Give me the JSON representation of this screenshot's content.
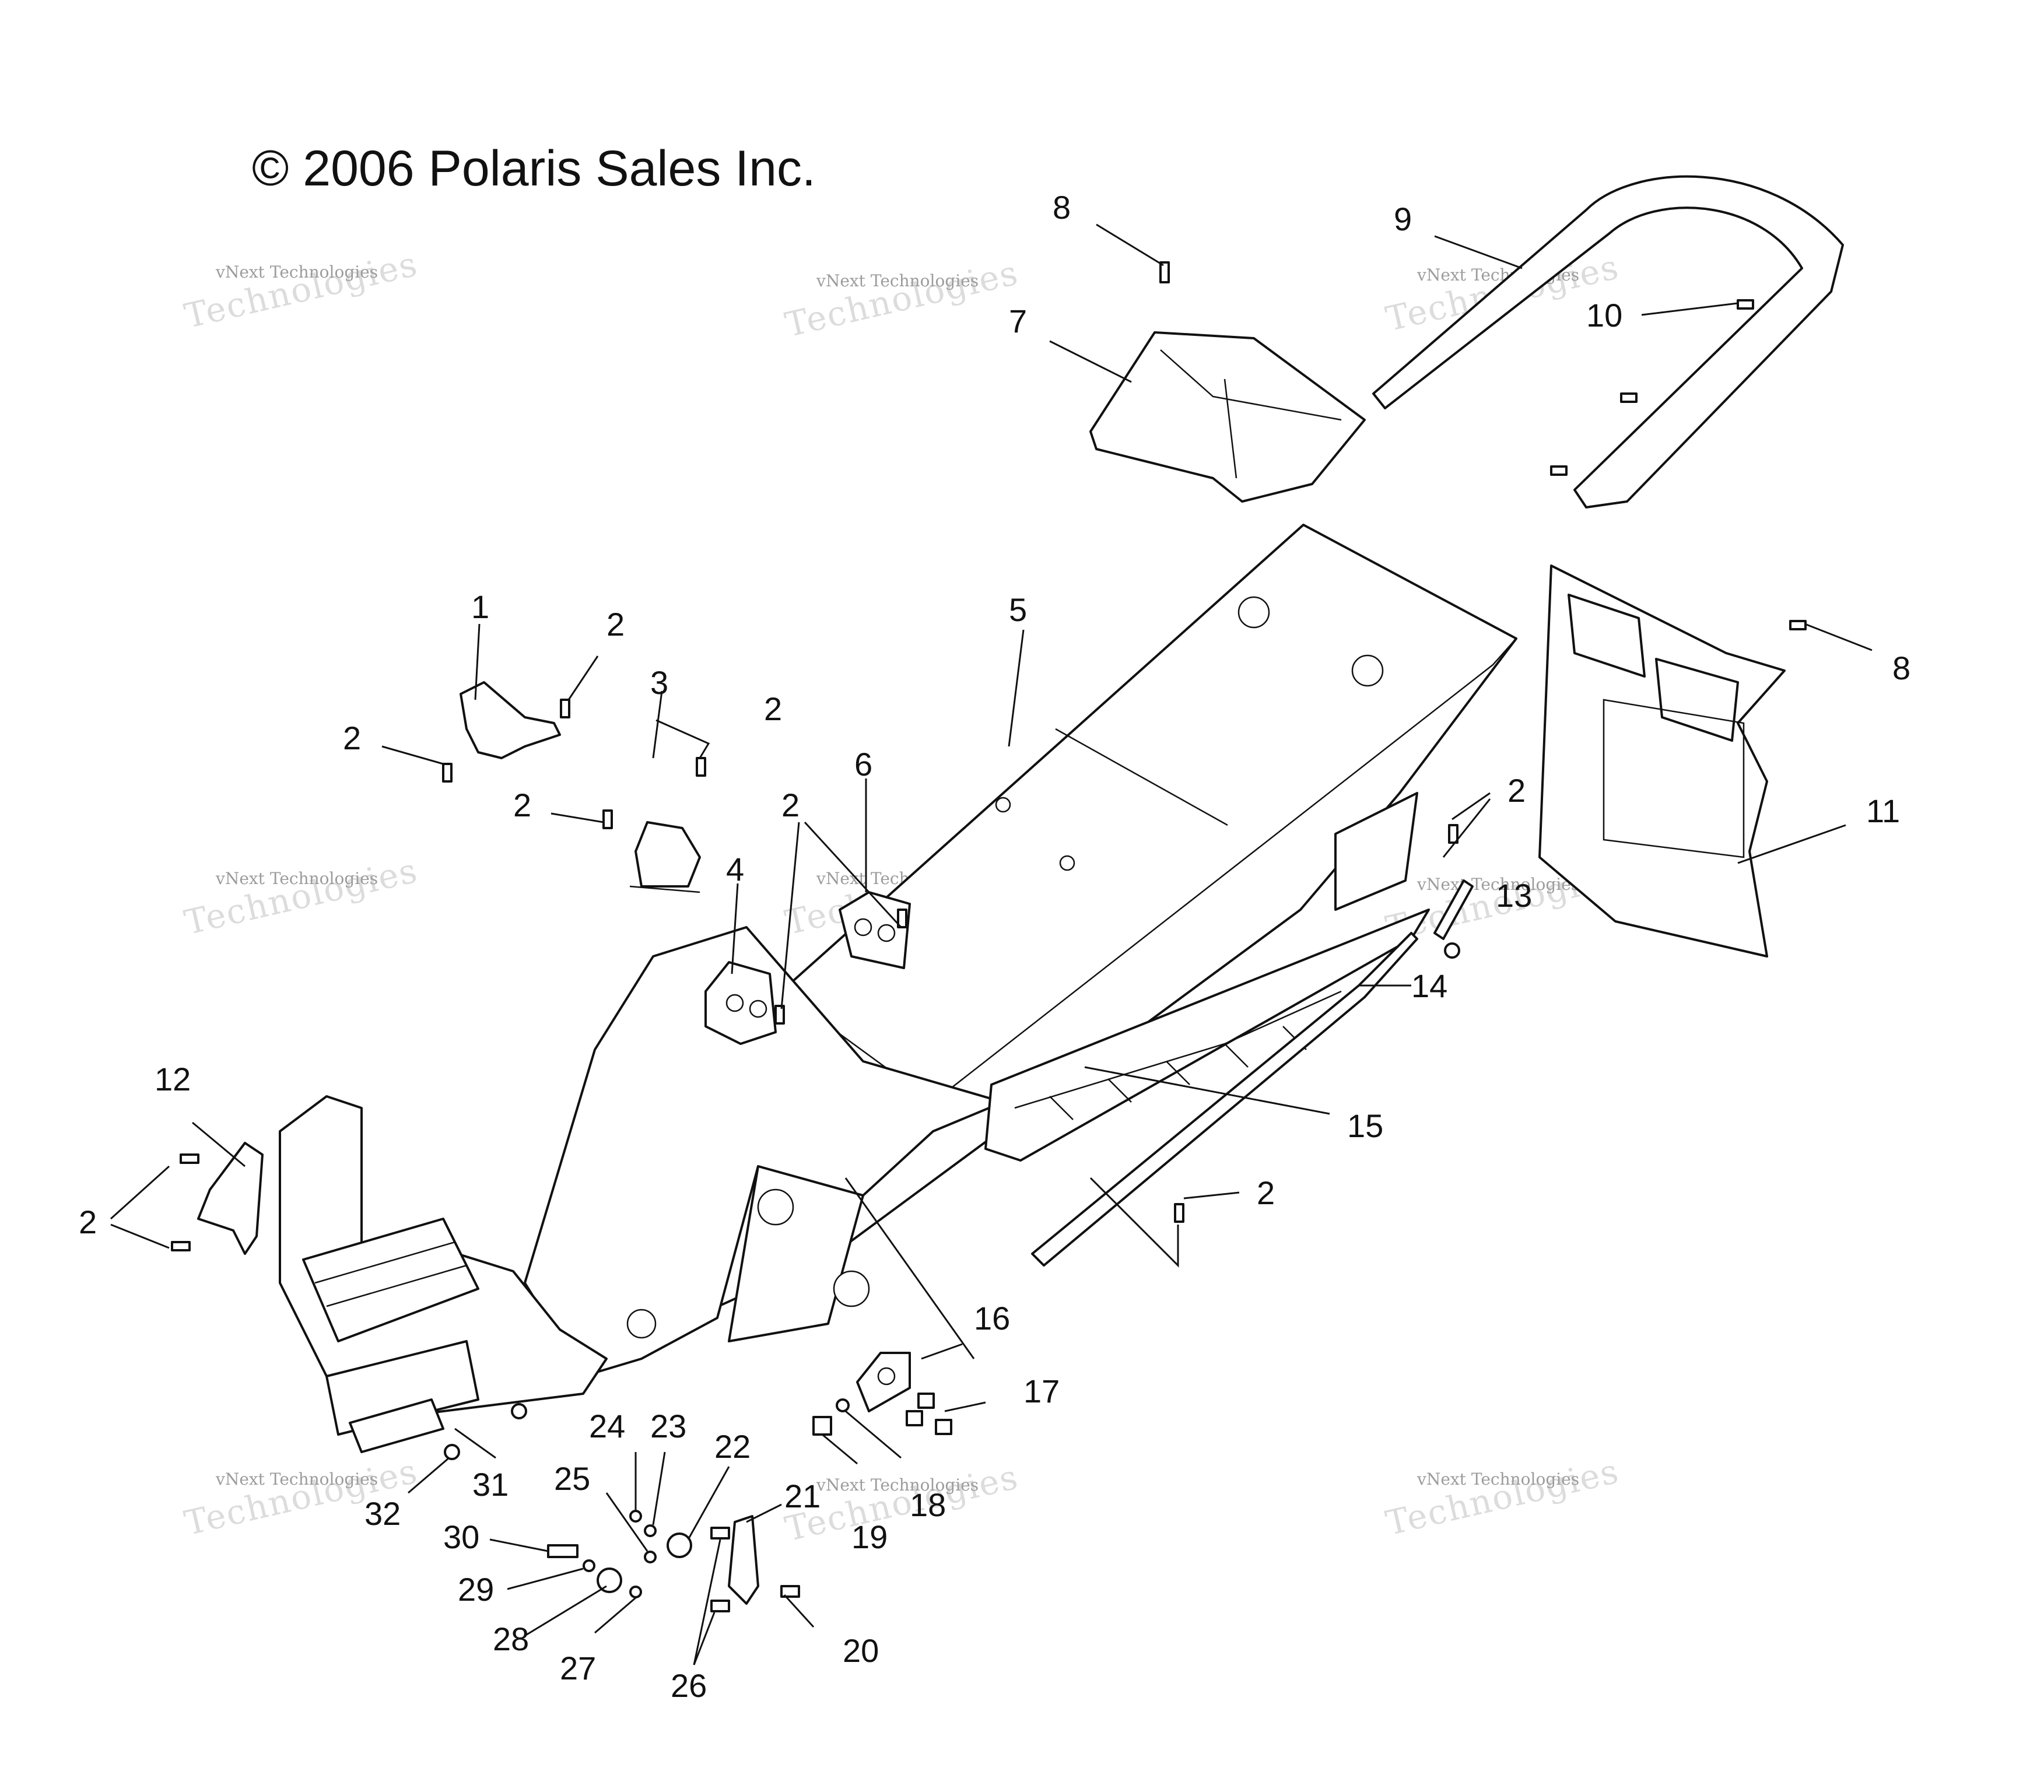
{
  "copyright": "© 2006 Polaris Sales Inc.",
  "watermark": {
    "small": "vNext Technologies",
    "big": "Technologies"
  },
  "callouts": {
    "c1": "1",
    "c2a": "2",
    "c2b": "2",
    "c2c": "2",
    "c2d": "2",
    "c2e": "2",
    "c2f": "2",
    "c2g": "2",
    "c2h": "2",
    "c3": "3",
    "c4": "4",
    "c5": "5",
    "c6": "6",
    "c7": "7",
    "c8a": "8",
    "c8b": "8",
    "c9": "9",
    "c10": "10",
    "c11": "11",
    "c12": "12",
    "c13": "13",
    "c14": "14",
    "c15": "15",
    "c16": "16",
    "c17": "17",
    "c18": "18",
    "c19": "19",
    "c20": "20",
    "c21": "21",
    "c22": "22",
    "c23": "23",
    "c24": "24",
    "c25": "25",
    "c26": "26",
    "c27": "27",
    "c28": "28",
    "c29": "29",
    "c30": "30",
    "c31": "31",
    "c32": "32"
  }
}
